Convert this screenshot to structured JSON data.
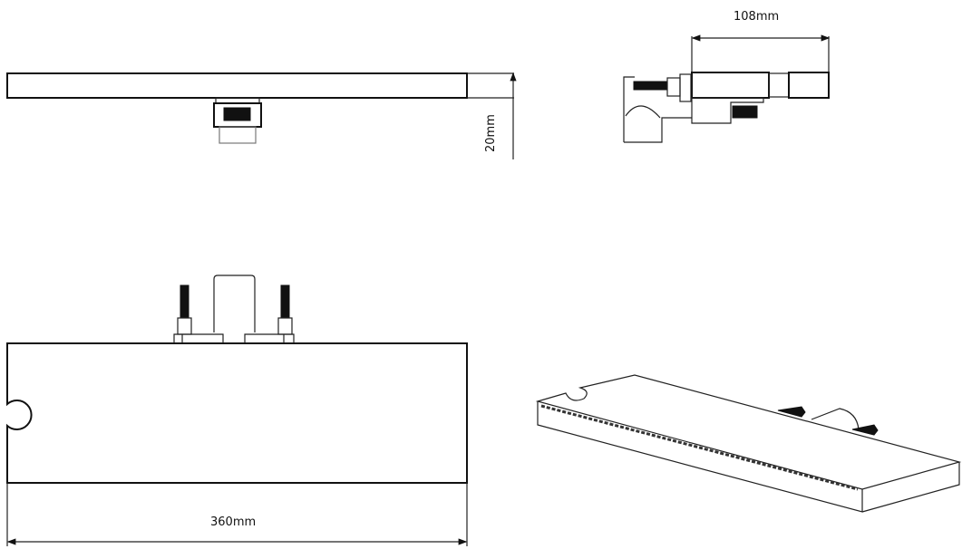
{
  "drawing": {
    "front_view": {
      "height_dimension": "20mm"
    },
    "side_view": {
      "depth_dimension": "108mm"
    },
    "plan_view": {
      "width_dimension": "360mm"
    },
    "isometric_view": {}
  }
}
